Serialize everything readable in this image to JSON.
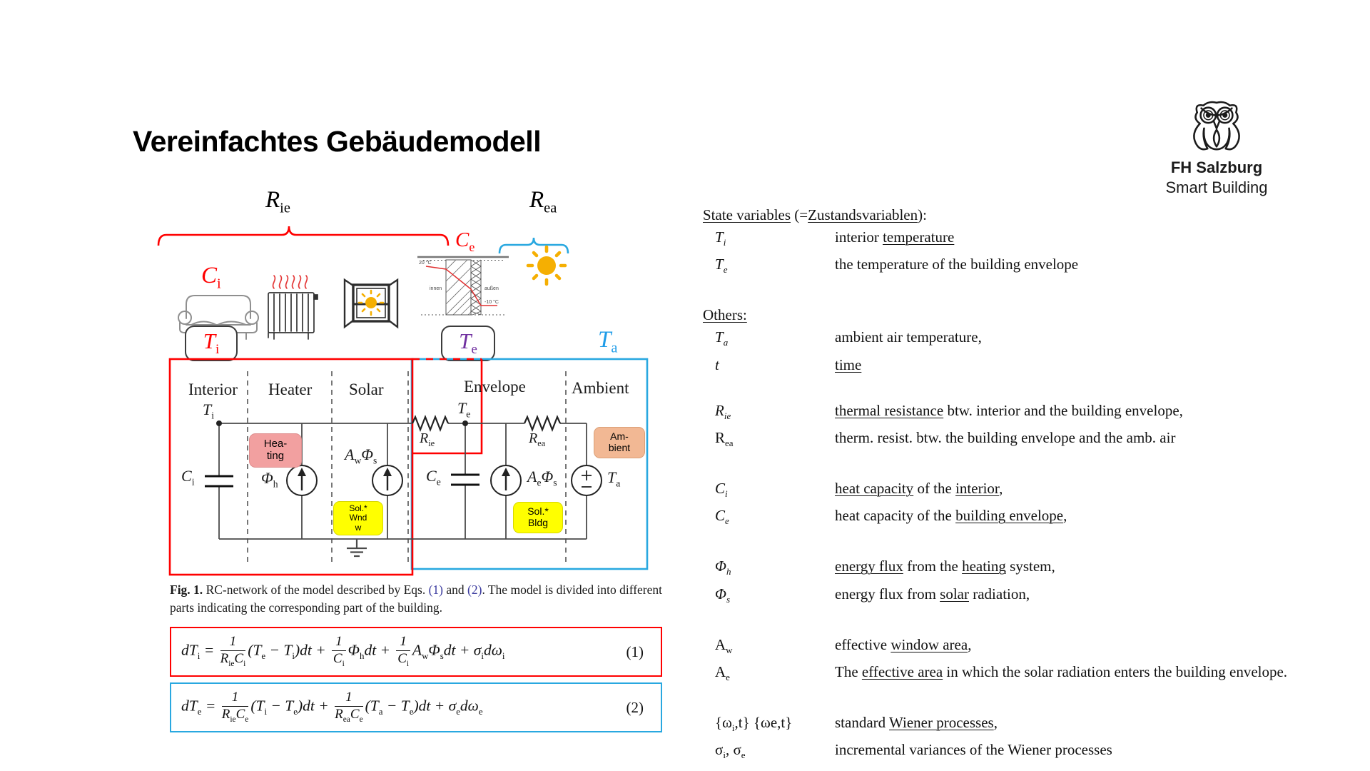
{
  "slide": {
    "title": "Vereinfachtes Gebäudemodell",
    "logo": {
      "line1": "FH Salzburg",
      "line2": "Smart Building"
    }
  },
  "colors": {
    "accent_red": "#ff0000",
    "accent_blue": "#29a8e0",
    "te_purple": "#7030a0",
    "ta_blue": "#1f9ce8",
    "heating_pink": "#f2a0a0",
    "ambient_peach": "#f2b894",
    "solar_yellow": "#ffff00",
    "sun_orange": "#f5af02",
    "eqref_navy": "#3a3a9e"
  },
  "diagram": {
    "brace_rie_html": "R<sub>ie</sub>",
    "brace_rea_html": "R<sub>ea</sub>",
    "ci_html": "C<sub>i</sub>",
    "ce_html": "C<sub>e</sub>",
    "ti_html": "T<sub>i</sub>",
    "te_html": "T<sub>e</sub>",
    "ta_html": "T<sub>a</sub>",
    "sections": [
      "Interior",
      "Heater",
      "Solar",
      "Envelope",
      "Ambient"
    ],
    "node_ti_html": "T<sub>i</sub>",
    "node_te_html": "T<sub>e</sub>",
    "cap_ci_html": "C<sub>i</sub>",
    "cap_ce_html": "C<sub>e</sub>",
    "phi_h_html": "Φ<sub>h</sub>",
    "aw_phis_html": "A<sub>w</sub>Φ<sub>s</sub>",
    "ae_phis_html": "A<sub>e</sub>Φ<sub>s</sub>",
    "res_rie_html": "R<sub>ie</sub>",
    "res_rea_html": "R<sub>ea</sub>",
    "src_ta_html": "T<sub>a</sub>",
    "box_heating_html": "Hea-<br>ting",
    "box_sol_wnd_html": "Sol.*<br>Wnd<br>w",
    "box_sol_bldg_html": "Sol.*<br>Bldg",
    "box_ambient_html": "Am-<br>bient",
    "wall": {
      "t_in": "20 °C",
      "t_out": "-10 °C",
      "label_in": "innen",
      "label_out": "außen"
    }
  },
  "caption": {
    "bold": "Fig. 1.",
    "pre": "  RC-network of the model described by Eqs. ",
    "ref1": "(1)",
    "mid": " and ",
    "ref2": "(2)",
    "post": ". The model is divided into different parts indicating the corresponding part of the building."
  },
  "equations": {
    "eq1_html": "dT<sub>i</sub> = <span class=\"frac\"><span class=\"top\">1</span><span class=\"bot\">R<sub>ie</sub>C<sub>i</sub></span></span>(T<sub>e</sub> − T<sub>i</sub>)dt + <span class=\"frac\"><span class=\"top\">1</span><span class=\"bot\">C<sub>i</sub></span></span>Φ<sub>h</sub>dt + <span class=\"frac\"><span class=\"top\">1</span><span class=\"bot\">C<sub>i</sub></span></span>A<sub>w</sub>Φ<sub>s</sub>dt + σ<sub>i</sub>dω<sub>i</sub>",
    "eq1_num": "(1)",
    "eq2_html": "dT<sub>e</sub> = <span class=\"frac\"><span class=\"top\">1</span><span class=\"bot\">R<sub>ie</sub>C<sub>e</sub></span></span>(T<sub>i</sub> − T<sub>e</sub>)dt + <span class=\"frac\"><span class=\"top\">1</span><span class=\"bot\">R<sub>ea</sub>C<sub>e</sub></span></span>(T<sub>a</sub> − T<sub>e</sub>)dt + σ<sub>e</sub>dω<sub>e</sub>",
    "eq2_num": "(2)"
  },
  "legend": {
    "blocks": [
      {
        "heading_html": "<u>State variables</u> (=<u>Zustandsvariablen</u>):",
        "rows": [
          {
            "sym_html": "<i>T</i><sub><i>i</i></sub>",
            "desc_html": "interior <u>temperature</u>"
          },
          {
            "sym_html": "<i>T</i><sub><i>e</i></sub>",
            "desc_html": "the temperature of the building envelope"
          }
        ]
      },
      {
        "heading_html": "<u>Others:</u>",
        "rows": [
          {
            "sym_html": "<i>T</i><sub><i>a</i></sub>",
            "desc_html": "ambient air temperature,"
          },
          {
            "sym_html": "<i>t</i>",
            "desc_html": "<u>time</u>"
          }
        ]
      },
      {
        "heading_html": "",
        "rows": [
          {
            "sym_html": "<i>R</i><sub><i>ie</i></sub>",
            "desc_html": "<u>thermal resistance</u> btw. interior and the building envelope,"
          },
          {
            "sym_html": "R<sub>ea</sub>",
            "desc_html": "therm. resist. btw. the building envelope and the amb. air"
          }
        ]
      },
      {
        "heading_html": "",
        "rows": [
          {
            "sym_html": "<i>C</i><sub><i>i</i></sub>",
            "desc_html": "<u>heat capacity</u> of the <u>interior</u>,"
          },
          {
            "sym_html": "<i>C</i><sub><i>e</i></sub>",
            "desc_html": "heat capacity of the <u>building envelope</u>,"
          }
        ]
      },
      {
        "heading_html": "",
        "rows": [
          {
            "sym_html": "<i>Φ</i><sub><i>h</i></sub>",
            "desc_html": "<u>energy flux</u> from the <u>heating</u> system,"
          },
          {
            "sym_html": "<i>Φ</i><sub><i>s</i></sub>",
            "desc_html": "energy flux from <u>solar</u> radiation,"
          }
        ]
      },
      {
        "heading_html": "",
        "rows": [
          {
            "sym_html": "A<sub>w</sub>",
            "desc_html": "effective <u>window area</u>,"
          },
          {
            "sym_html": "A<sub>e</sub>",
            "desc_html": "The <u>effective area</u> in which the solar radiation enters the building envelope."
          }
        ]
      },
      {
        "heading_html": "",
        "rows": [
          {
            "sym_html": "{ω<sub>i</sub>,t} {ωe,t}",
            "desc_html": "standard <u>Wiener processes</u>,"
          },
          {
            "sym_html": "σ<sub>i</sub>, σ<sub>e</sub>",
            "desc_html": "incremental variances of the Wiener processes"
          }
        ]
      }
    ]
  }
}
